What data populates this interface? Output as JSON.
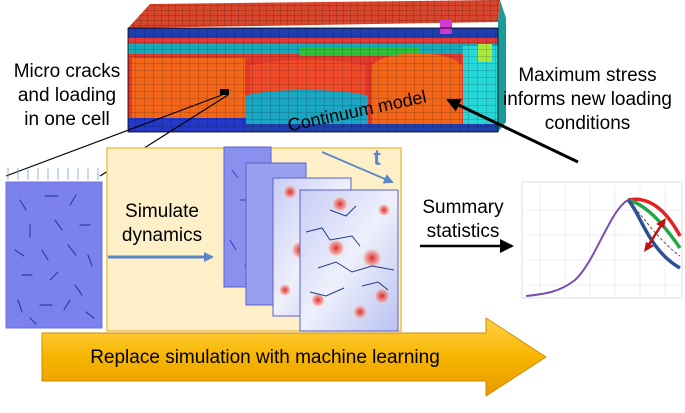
{
  "labels": {
    "micro_cracks": [
      "Micro cracks",
      "and loading",
      "in one cell"
    ],
    "continuum_model": "Continuum model",
    "max_stress": [
      "Maximum stress",
      "informs new loading",
      "conditions"
    ],
    "simulate": [
      "Simulate",
      "dynamics"
    ],
    "time_symbol": "t",
    "summary": [
      "Summary",
      "statistics"
    ],
    "replace": "Replace simulation with machine learning"
  },
  "colors": {
    "yellow_panel": "#fdf0c8",
    "yellow_border": "#f2c14e",
    "cell_blue": "#7b82ee",
    "arrow_blue": "#5b86c9",
    "ml_arrow": "#f5b800",
    "curve_purple": "#7a4fb0",
    "curve_red": "#e62020",
    "curve_green": "#22a84a",
    "curve_navy": "#2e4f94"
  },
  "icons": [
    "continuum-mesh-model",
    "cracked-cell",
    "stress-field-stack",
    "stress-strain-plot"
  ]
}
